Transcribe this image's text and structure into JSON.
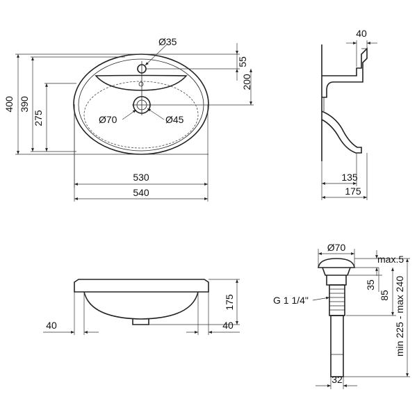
{
  "top_view": {
    "dim_width_inner": "530",
    "dim_width_outer": "540",
    "dim_height_400": "400",
    "dim_height_390": "390",
    "dim_height_275": "275",
    "dim_55": "55",
    "dim_200": "200",
    "dia_35": "Ø35",
    "dia_70": "Ø70",
    "dia_45": "Ø45"
  },
  "side_view": {
    "dim_40": "40",
    "dim_135": "135",
    "dim_175": "175"
  },
  "front_view": {
    "dim_175": "175",
    "dim_left_40": "40",
    "dim_right_40": "40"
  },
  "drain": {
    "dia_70": "Ø70",
    "max_5": "max.5",
    "dim_35": "35",
    "dim_85": "85",
    "thread": "G 1 1/4\"",
    "dim_range": "min 225 - max 240",
    "dim_32": "32"
  }
}
